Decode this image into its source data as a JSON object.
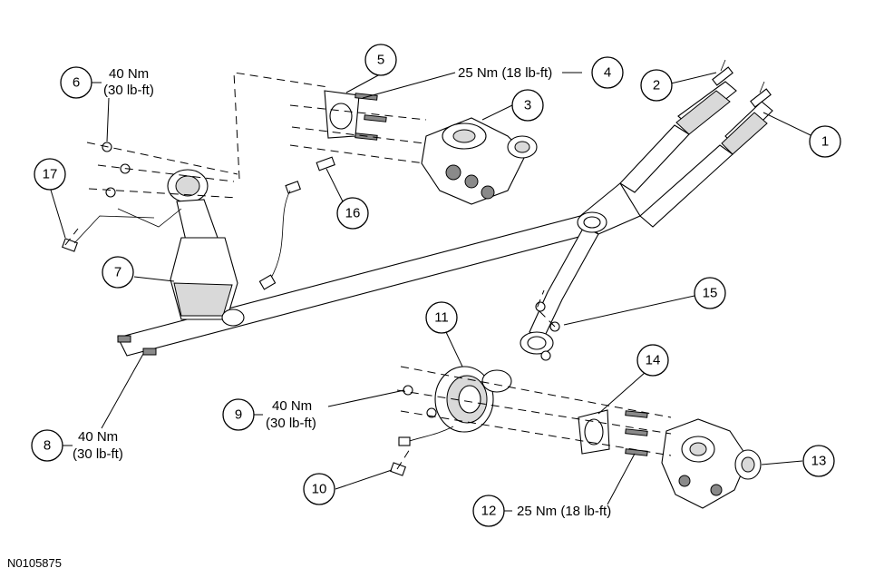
{
  "figure_id": "N0105875",
  "callouts": [
    {
      "id": "1",
      "label": "1"
    },
    {
      "id": "2",
      "label": "2"
    },
    {
      "id": "3",
      "label": "3"
    },
    {
      "id": "4",
      "label": "4"
    },
    {
      "id": "5",
      "label": "5"
    },
    {
      "id": "6",
      "label": "6"
    },
    {
      "id": "7",
      "label": "7"
    },
    {
      "id": "8",
      "label": "8"
    },
    {
      "id": "9",
      "label": "9"
    },
    {
      "id": "10",
      "label": "10"
    },
    {
      "id": "11",
      "label": "11"
    },
    {
      "id": "12",
      "label": "12"
    },
    {
      "id": "13",
      "label": "13"
    },
    {
      "id": "14",
      "label": "14"
    },
    {
      "id": "15",
      "label": "15"
    },
    {
      "id": "16",
      "label": "16"
    },
    {
      "id": "17",
      "label": "17"
    }
  ],
  "torque_specs": {
    "spec_4": "25 Nm (18 lb-ft)",
    "spec_6_line1": "40 Nm",
    "spec_6_line2": "(30 lb-ft)",
    "spec_8_line1": "40 Nm",
    "spec_8_line2": "(30 lb-ft)",
    "spec_9_line1": "40 Nm",
    "spec_9_line2": "(30 lb-ft)",
    "spec_12": "25 Nm (18 lb-ft)"
  }
}
